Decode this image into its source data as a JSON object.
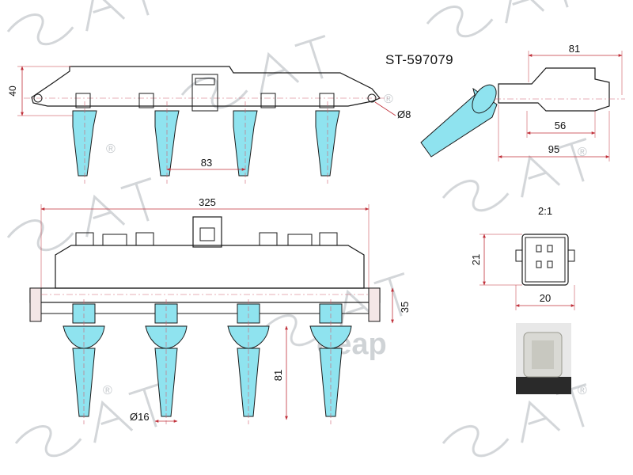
{
  "part_number": "ST-597079",
  "watermark": {
    "text": "SAT",
    "registered_mark": "®",
    "color": "#c4c8cc"
  },
  "colors": {
    "coil_boot": "#8fe3ef",
    "outline": "#1a1a1a",
    "dimension_line": "#c0303a",
    "centerline": "#d06070"
  },
  "top_view": {
    "height": "40",
    "mount_hole": "Ø8",
    "boot_spacing": "83"
  },
  "side_view": {
    "overall_length": "81",
    "inner_length": "56",
    "full_length": "95"
  },
  "front_view": {
    "length": "325",
    "flange": "35",
    "boot_length": "81",
    "boot_diameter": "Ø16"
  },
  "connector_detail": {
    "scale": "2:1",
    "height": "21",
    "width": "20"
  },
  "brand_mark": "oeap"
}
